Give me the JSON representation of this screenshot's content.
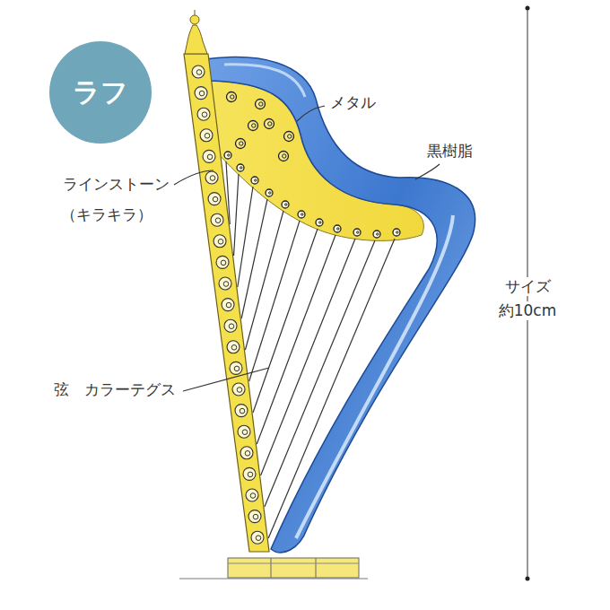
{
  "diagram": {
    "nodes": [
      {
        "text": [
          "ラフ"
        ]
      }
    ],
    "labels": [
      "メタル",
      "黒樹脂",
      "ラインストーン",
      "（キラキラ）",
      "弦　カラーテグス",
      "サイズ",
      "約10cm"
    ]
  }
}
